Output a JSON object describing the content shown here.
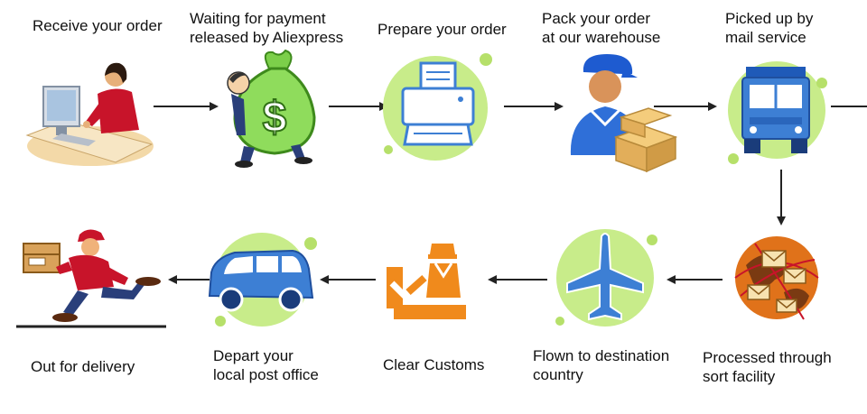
{
  "steps": [
    {
      "line1": "Receive your order",
      "line2": "",
      "icon": "person-at-computer-icon"
    },
    {
      "line1": "Waiting for payment",
      "line2": "released by Aliexpress",
      "icon": "money-bag-icon"
    },
    {
      "line1": "Prepare your order",
      "line2": "",
      "icon": "printer-icon"
    },
    {
      "line1": "Pack your order",
      "line2": "at our warehouse",
      "icon": "warehouse-worker-icon"
    },
    {
      "line1": "Picked up by",
      "line2": "mail service",
      "icon": "truck-icon"
    },
    {
      "line1": "Processed through",
      "line2": "sort facility",
      "icon": "globe-mail-icon"
    },
    {
      "line1": "Flown to destination",
      "line2": "country",
      "icon": "airplane-icon"
    },
    {
      "line1": "Clear Customs",
      "line2": "",
      "icon": "customs-officer-icon"
    },
    {
      "line1": "Depart your",
      "line2": "local post office",
      "icon": "van-icon"
    },
    {
      "line1": "Out for delivery",
      "line2": "",
      "icon": "courier-icon"
    }
  ],
  "colors": {
    "green_circle": "#c8ec8a",
    "green_dot": "#b6e06a",
    "blue": "#3d7fd4",
    "orange": "#f08a1c",
    "arrow": "#222222"
  }
}
